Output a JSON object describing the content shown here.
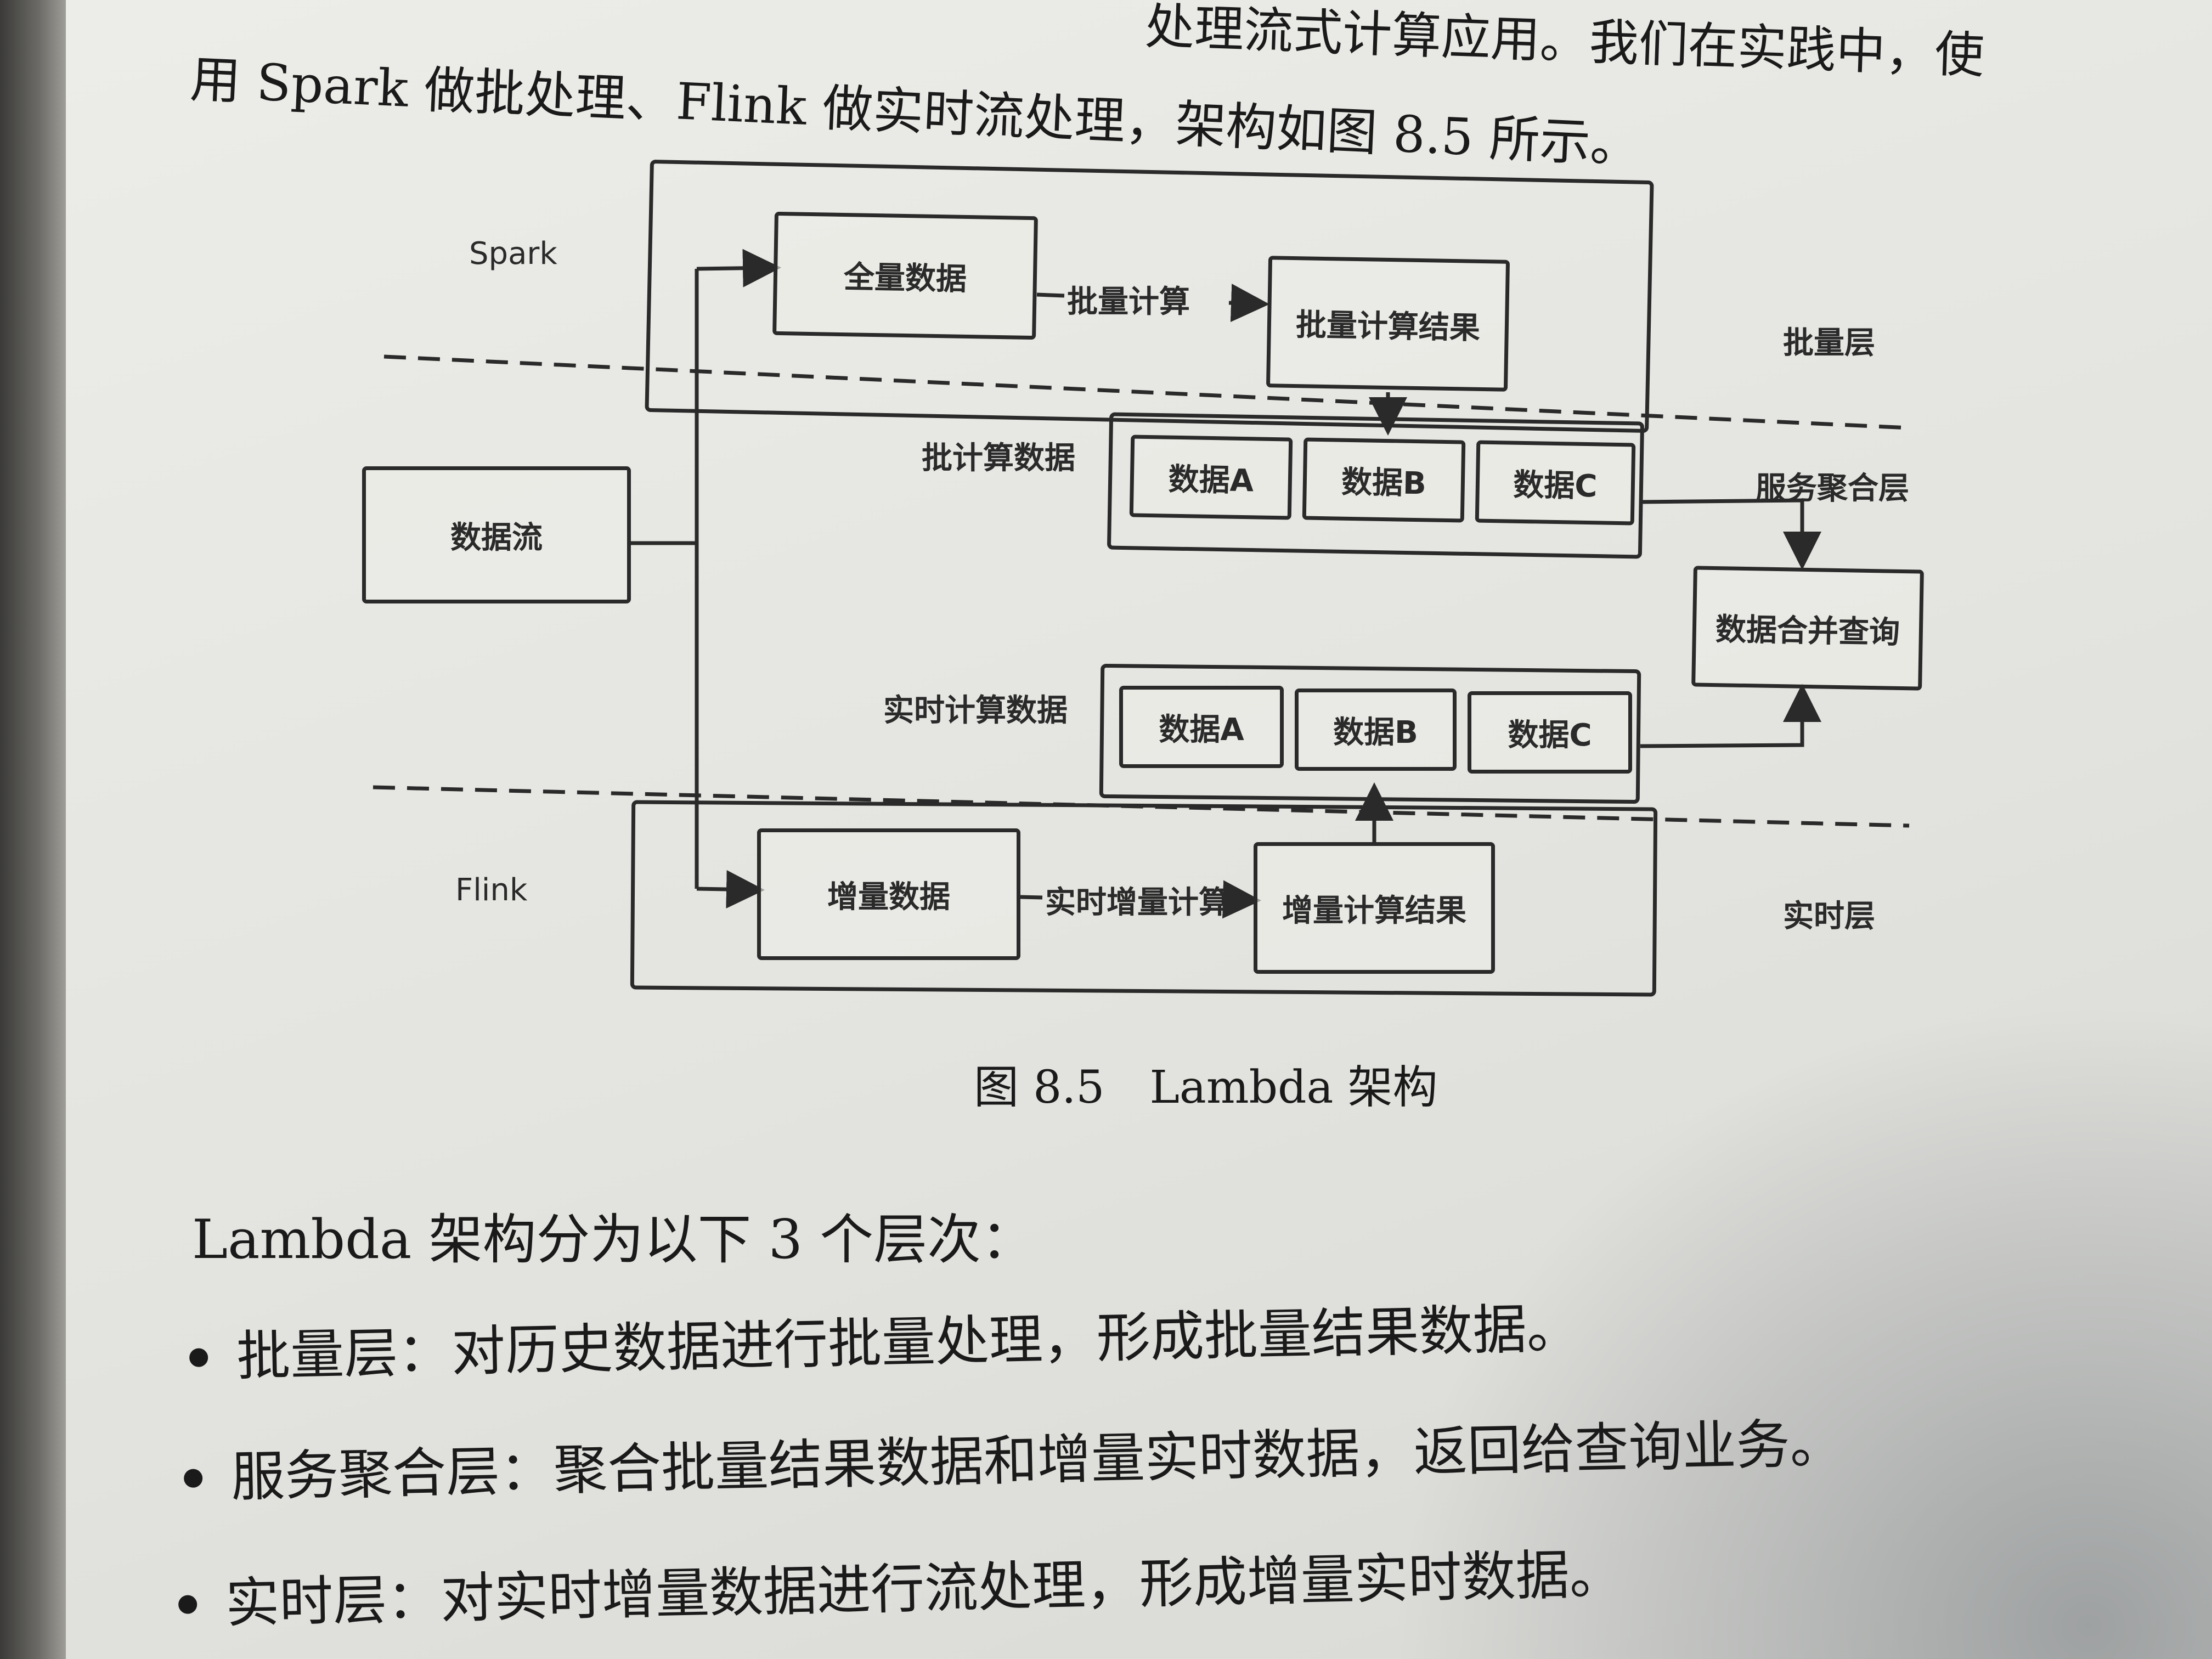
{
  "text": {
    "intro_line1": "用 Spark 做批处理、Flink 做实时流处理，架构如图 8.5 所示。",
    "intro_line0_fragment": "处理流式计算应用。我们在实践中，使",
    "caption": "图 8.5　Lambda 架构",
    "lead": "Lambda 架构分为以下 3 个层次：",
    "bullets": [
      "批量层：对历史数据进行批量处理，形成批量结果数据。",
      "服务聚合层：聚合批量结果数据和增量实时数据，返回给查询业务。",
      "实时层：对实时增量数据进行流处理，形成增量实时数据。"
    ]
  },
  "diagram": {
    "spark_label": "Spark",
    "flink_label": "Flink",
    "full_data": "全量数据",
    "batch_compute": "批量计算",
    "batch_result": "批量计算结果",
    "batch_layer": "批量层",
    "data_stream": "数据流",
    "batch_compute_data": "批计算数据",
    "service_layer": "服务聚合层",
    "batch_items": [
      "数据A",
      "数据B",
      "数据C"
    ],
    "merge_query": "数据合并查询",
    "realtime_compute_data": "实时计算数据",
    "realtime_items": [
      "数据A",
      "数据B",
      "数据C"
    ],
    "incremental_data": "增量数据",
    "realtime_incremental_compute": "实时增量计算",
    "incremental_result": "增量计算结果",
    "realtime_layer": "实时层"
  }
}
